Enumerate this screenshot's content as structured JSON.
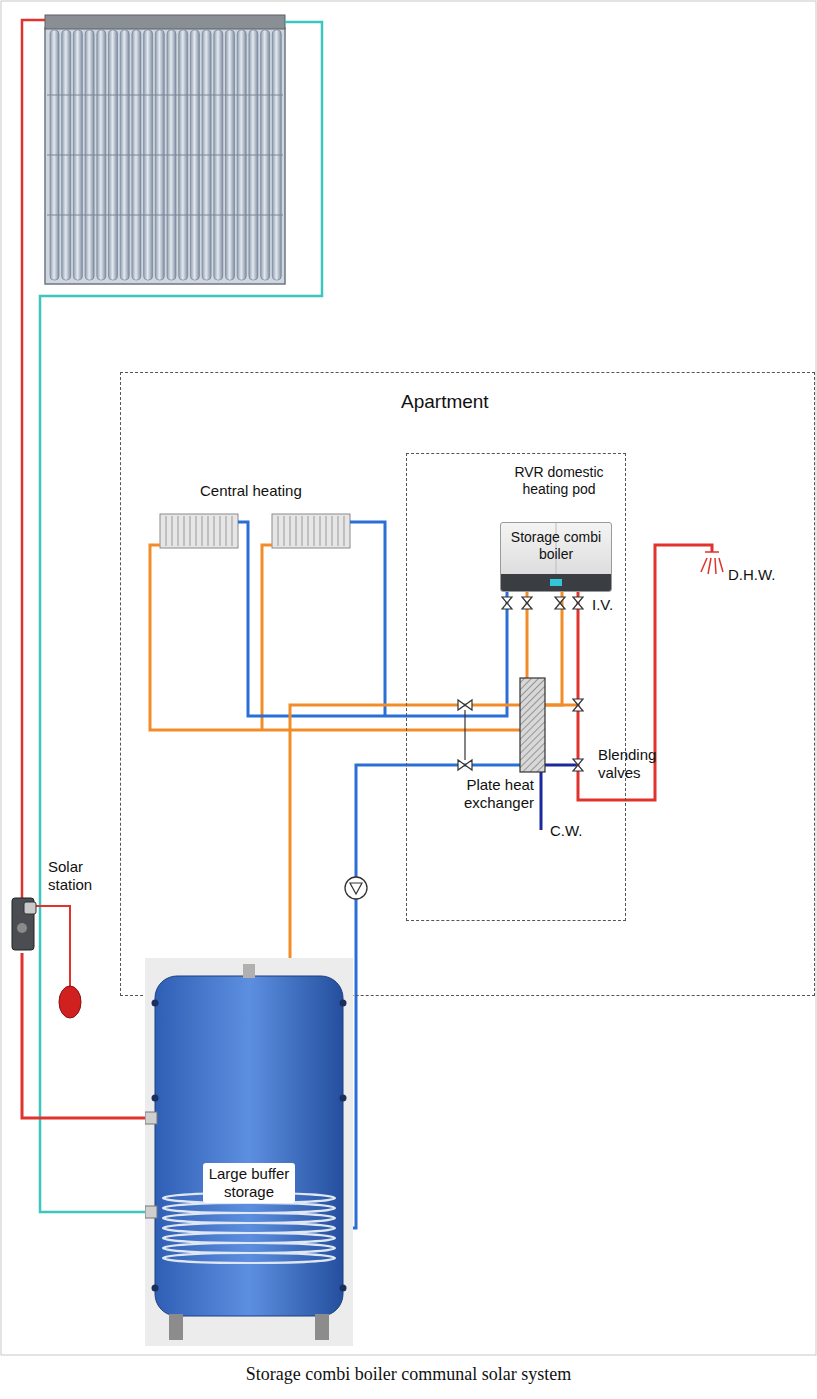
{
  "diagram": {
    "caption": "Storage combi boiler communal solar system",
    "nodes": [
      {
        "text": [
          "Apartment"
        ]
      },
      {
        "text": [
          "RVR domestic heating pod"
        ],
        "in": 0
      },
      {
        "text": [
          "Storage combi boiler"
        ],
        "in": 1
      },
      {
        "text": [
          "Solar station"
        ]
      },
      {
        "text": [
          "Large buffer storage"
        ]
      }
    ],
    "edges": [
      {
        "from": 3,
        "to": 4,
        "arrow": "none"
      },
      {
        "from": 4,
        "to": 2,
        "arrow": "none"
      }
    ],
    "labels": [
      "Central heating",
      "I.V.",
      "Blending valves",
      "Plate heat exchanger",
      "C.W.",
      "D.H.W."
    ]
  }
}
